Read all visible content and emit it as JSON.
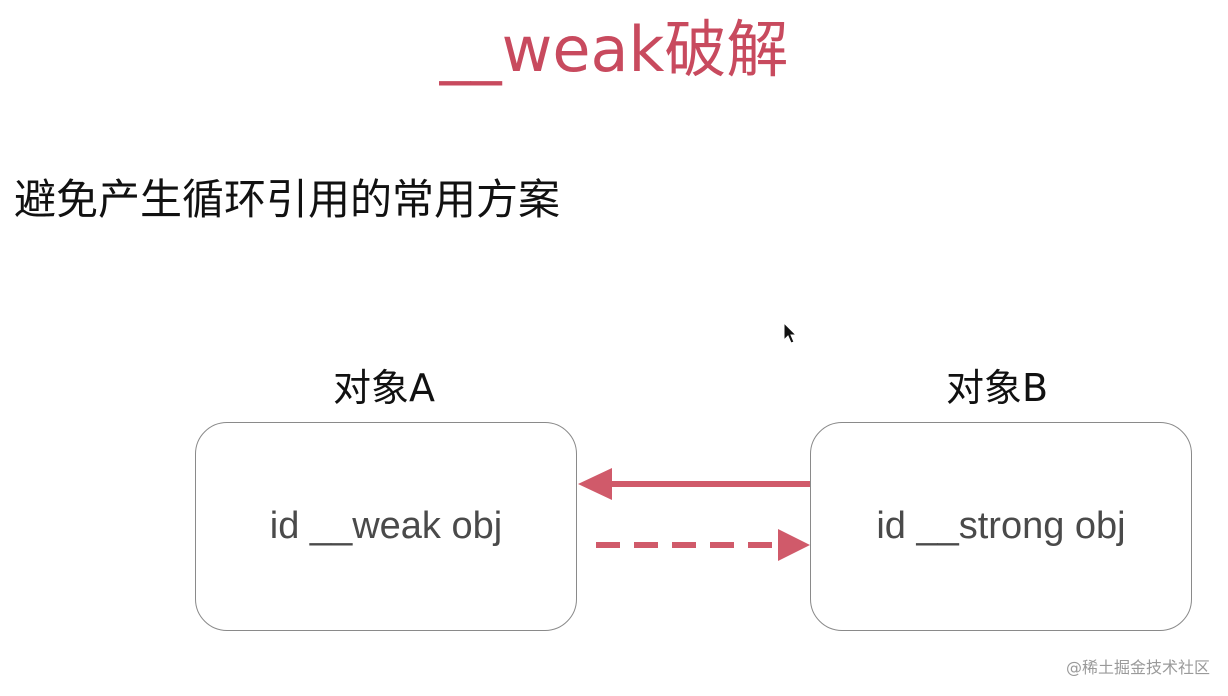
{
  "slide": {
    "title": "__weak破解",
    "subtitle": "避免产生循环引用的常用方案"
  },
  "diagram": {
    "object_a": {
      "label": "对象A",
      "content": "id __weak obj"
    },
    "object_b": {
      "label": "对象B",
      "content": "id __strong obj"
    },
    "arrows": [
      {
        "from": "object_b",
        "to": "object_a",
        "style": "solid"
      },
      {
        "from": "object_a",
        "to": "object_b",
        "style": "dashed"
      }
    ],
    "colors": {
      "accent": "#c84a5e",
      "arrow": "#d05a6a",
      "box_border": "#8a8a8a",
      "box_text": "#4a4a4a"
    }
  },
  "watermark": "@稀土掘金技术社区",
  "icons": {
    "cursor": "mouse-pointer-icon"
  }
}
